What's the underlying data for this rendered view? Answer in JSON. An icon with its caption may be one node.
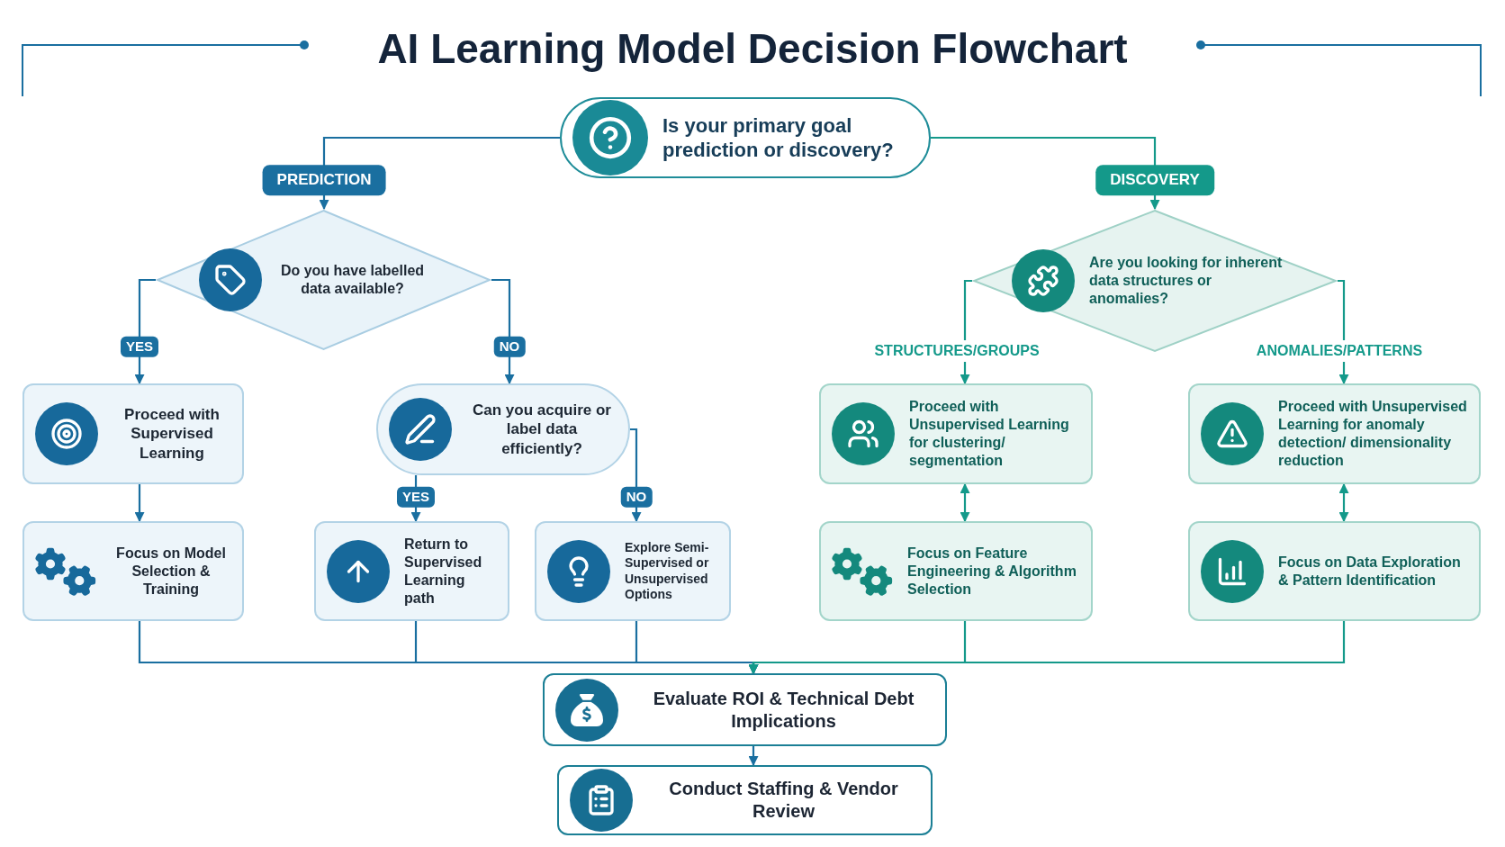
{
  "diagram": {
    "title": "AI Learning Model Decision Flowchart",
    "nodes": [
      {
        "text": [
          "Is your primary goal prediction or discovery?"
        ]
      },
      {
        "text": [
          "Do you have labelled data available?"
        ]
      },
      {
        "text": [
          "Are you looking for inherent data structures or anomalies?"
        ]
      },
      {
        "text": [
          "Proceed with Supervised Learning"
        ]
      },
      {
        "text": [
          "Can you acquire or label data efficiently?"
        ]
      },
      {
        "text": [
          "Proceed with Unsupervised Learning for clustering/ segmentation"
        ]
      },
      {
        "text": [
          "Proceed with Unsupervised Learning for anomaly detection/ dimensionality reduction"
        ]
      },
      {
        "text": [
          "Focus on Model Selection & Training"
        ]
      },
      {
        "text": [
          "Return to Supervised Learning path"
        ]
      },
      {
        "text": [
          "Explore Semi-Supervised or Unsupervised Options"
        ]
      },
      {
        "text": [
          "Focus on Feature Engineering & Algorithm Selection"
        ]
      },
      {
        "text": [
          "Focus on Data Exploration & Pattern Identification"
        ]
      },
      {
        "text": [
          "Evaluate ROI & Technical Debt Implications"
        ]
      },
      {
        "text": [
          "Conduct Staffing & Vendor Review"
        ]
      }
    ],
    "edges": [
      {
        "from": 0,
        "to": 1,
        "arrow": "to",
        "label": "PREDICTION"
      },
      {
        "from": 0,
        "to": 2,
        "arrow": "to",
        "label": "DISCOVERY",
        "color": "#14998a"
      },
      {
        "from": 1,
        "to": 3,
        "arrow": "to",
        "label": "YES"
      },
      {
        "from": 1,
        "to": 4,
        "arrow": "to",
        "label": "NO"
      },
      {
        "from": 4,
        "to": 8,
        "arrow": "to",
        "label": "YES"
      },
      {
        "from": 4,
        "to": 9,
        "arrow": "to",
        "label": "NO"
      },
      {
        "from": 2,
        "to": 5,
        "arrow": "to",
        "label": "STRUCTURES/GROUPS",
        "color": "#14998a"
      },
      {
        "from": 2,
        "to": 6,
        "arrow": "to",
        "label": "ANOMALIES/PATTERNS",
        "color": "#14998a"
      },
      {
        "from": 3,
        "to": 7,
        "arrow": "to"
      },
      {
        "from": 5,
        "to": 10,
        "arrow": "both",
        "color": "#14998a"
      },
      {
        "from": 6,
        "to": 11,
        "arrow": "both",
        "color": "#14998a"
      },
      {
        "from": 7,
        "to": 12,
        "arrow": "to"
      },
      {
        "from": 8,
        "to": 12,
        "arrow": "to"
      },
      {
        "from": 9,
        "to": 12,
        "arrow": "to"
      },
      {
        "from": 10,
        "to": 12,
        "arrow": "to",
        "color": "#14998a"
      },
      {
        "from": 11,
        "to": 12,
        "arrow": "to",
        "color": "#14998a"
      },
      {
        "from": 12,
        "to": 13,
        "arrow": "to"
      }
    ]
  }
}
